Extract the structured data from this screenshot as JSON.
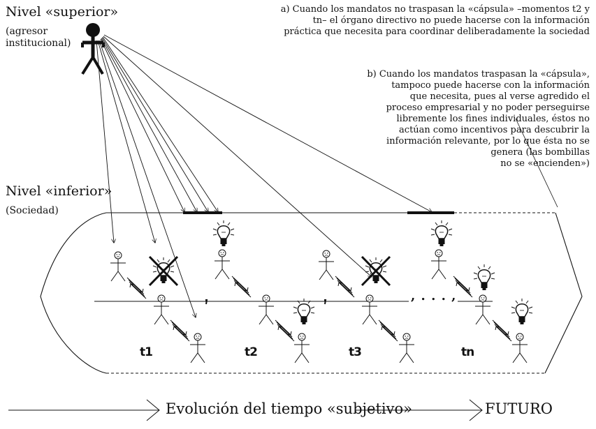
{
  "upper_level": {
    "title": "Nivel «superior»",
    "subtitle_line1": "(agresor",
    "subtitle_line2": "institucional)"
  },
  "lower_level": {
    "title": "Nivel «inferior»",
    "subtitle": "(Sociedad)"
  },
  "note_a": {
    "line1": "a) Cuando los mandatos no traspasan la «cápsula» –momentos t2 y",
    "line2": "tn– el órgano directivo no puede hacerse con la información",
    "line3": "práctica que necesita para coordinar deliberadamente la sociedad"
  },
  "note_b": {
    "line1": "b) Cuando los mandatos traspasan la «cápsula»,",
    "line2": "tampoco puede hacerse con la información",
    "line3": "que necesita, pues al verse agredido el",
    "line4": "proceso empresarial y no poder perseguirse",
    "line5": "libremente los fines individuales, éstos no",
    "line6": "actúan como incentivos para descubrir la",
    "line7": "información relevante, por lo que ésta no se",
    "line8": "genera (las bombillas",
    "line9": "no se «encienden»)"
  },
  "time_labels": [
    "t1",
    "t2",
    "t3",
    "tn"
  ],
  "timeline_ellipsis": ", . . . ,",
  "bottom": {
    "evolution": "Evolución del tiempo «subjetivo»",
    "future": "FUTURO"
  },
  "icons": {
    "aggressor": "aggressor-figure-icon",
    "person": "stick-figure-icon",
    "idea": "lightbulb-icon",
    "blocked_idea": "crossed-lightbulb-icon",
    "interaction": "interaction-arrows-icon"
  }
}
